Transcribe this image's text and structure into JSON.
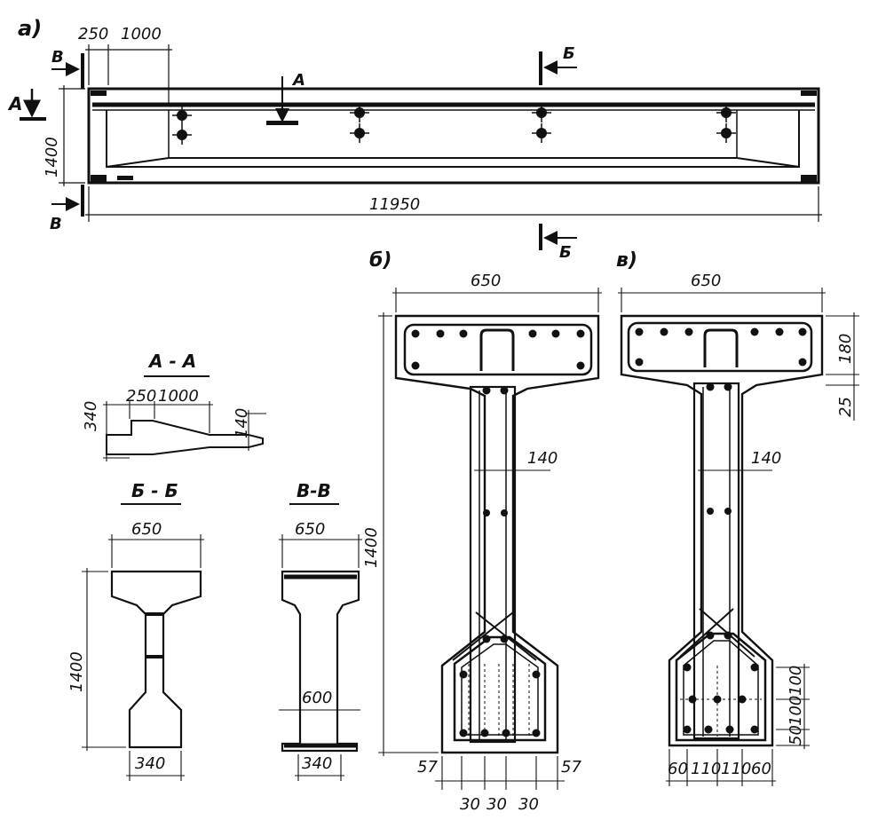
{
  "panels": {
    "a": "а)",
    "b": "б)",
    "v": "в)"
  },
  "section_marks": {
    "A": "A",
    "B_cyr": "Б",
    "V_cyr": "В"
  },
  "section_titles": {
    "aa": "А - А",
    "bb": "Б - Б",
    "vv": "В-В"
  },
  "elevation": {
    "d250": "250",
    "d1000": "1000",
    "d1400": "1400",
    "d11950": "11950"
  },
  "aa": {
    "d340": "340",
    "d250": "250",
    "d1000": "1000",
    "d140": "140"
  },
  "bb": {
    "d650": "650",
    "d1400": "1400",
    "d340": "340"
  },
  "vv": {
    "d650": "650",
    "d600": "600",
    "d340": "340"
  },
  "sec_b": {
    "d650": "650",
    "d1400": "1400",
    "d140": "140",
    "d57a": "57",
    "d57b": "57",
    "d30a": "30",
    "d30b": "30",
    "d30c": "30"
  },
  "sec_v": {
    "d650": "650",
    "d180": "180",
    "d25": "25",
    "d140": "140",
    "d100a": "100",
    "d100b": "100",
    "d50": "50",
    "d60a": "60",
    "d110a": "110",
    "d110b": "110",
    "d60b": "60"
  }
}
